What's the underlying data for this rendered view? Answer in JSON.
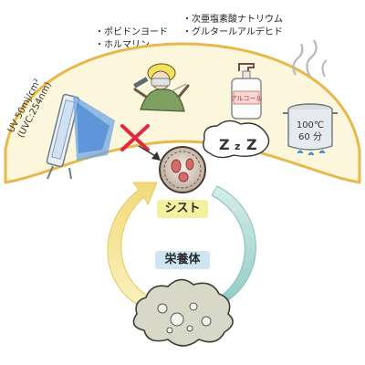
{
  "chemicals": {
    "left": [
      "・ポビドンヨード",
      "・ホルマリン"
    ],
    "right": [
      "・次亜塩素酸ナトリウム",
      "・グルタールアルデヒド"
    ]
  },
  "uv": {
    "line1": "UV 50mj/cm²",
    "line2": "(UVC:254nm)"
  },
  "alcohol_bottle_label": "アルコール",
  "boiling": {
    "temp": "100℃",
    "time": "60 分"
  },
  "sleep_text": [
    "Z",
    "z",
    "Z"
  ],
  "stages": {
    "cyst": "シスト",
    "trophozoite": "栄養体"
  },
  "colors": {
    "band_fill": "#fbf6dc",
    "band_stroke": "#e7b84a",
    "arrow_yellow": "#f3e08a",
    "arrow_teal": "#a8d6d0",
    "cross": "#e0283f",
    "cyst_label_bg": "#f3f0a0",
    "troph_label_bg": "#cde6f2"
  }
}
